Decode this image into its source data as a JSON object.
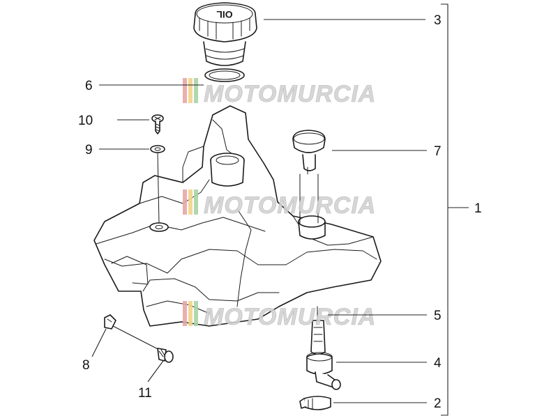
{
  "callouts": {
    "c1": "1",
    "c2": "2",
    "c3": "3",
    "c4": "4",
    "c5": "5",
    "c6": "6",
    "c7": "7",
    "c8": "8",
    "c9": "9",
    "c10": "10",
    "c11": "11"
  },
  "cap_text": "OIL",
  "watermark": {
    "text": "MOTOMURCIA",
    "stripe_colors": [
      "#e9a6a6",
      "#f2d48a",
      "#a9d3a6"
    ]
  }
}
